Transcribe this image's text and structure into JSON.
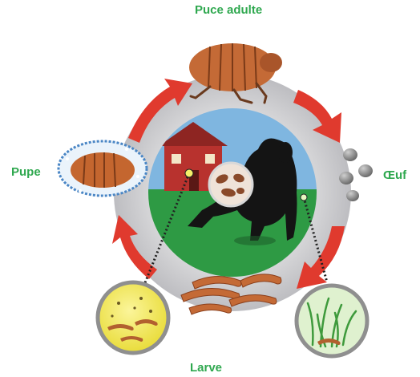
{
  "stages": {
    "adult": "Puce adulte",
    "egg": "Œuf",
    "pupa": "Pupe",
    "larva": "Larve"
  },
  "colors": {
    "label_green": "#2fa84f",
    "arrow_red": "#e03a2e",
    "ring_gray": "#cfcfd2",
    "sky_blue": "#7fb6e0",
    "grass_green": "#2e9a44",
    "flea_brown": "#c46a36"
  },
  "icons": [
    "adult-flea-icon",
    "egg-cluster-icon",
    "pupa-cocoon-icon",
    "larva-worms-icon",
    "dog-silhouette-icon",
    "house-icon"
  ]
}
